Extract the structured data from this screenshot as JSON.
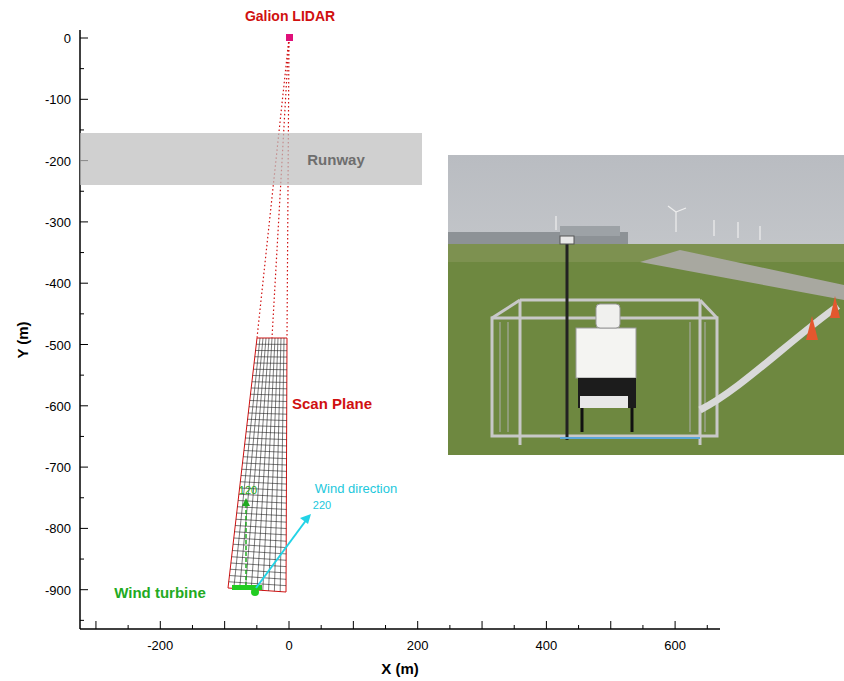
{
  "diagram": {
    "nodes": [
      {
        "text": [
          "Runway"
        ]
      }
    ],
    "labels": [
      "Galion LIDAR",
      "Scan Plane",
      "Wind direction",
      "220",
      "120",
      "Wind turbine",
      "Y (m)",
      "X (m)",
      "0",
      "-100",
      "-200",
      "-300",
      "-400",
      "-500",
      "-600",
      "-700",
      "-800",
      "-900",
      "-200",
      "0",
      "200",
      "400",
      "600"
    ]
  }
}
